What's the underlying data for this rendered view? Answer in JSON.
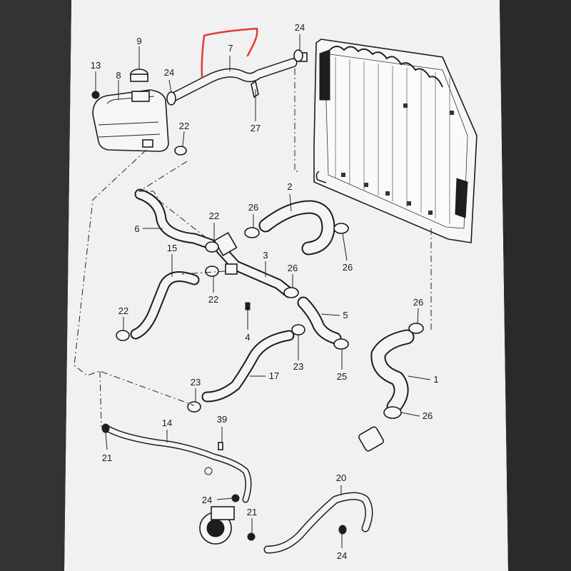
{
  "diagram": {
    "callouts": [
      {
        "id": "c9",
        "label": "9"
      },
      {
        "id": "c13",
        "label": "13"
      },
      {
        "id": "c8",
        "label": "8"
      },
      {
        "id": "c24a",
        "label": "24"
      },
      {
        "id": "c7",
        "label": "7"
      },
      {
        "id": "c24b",
        "label": "24"
      },
      {
        "id": "c27",
        "label": "27"
      },
      {
        "id": "c22a",
        "label": "22"
      },
      {
        "id": "c2",
        "label": "2"
      },
      {
        "id": "c6",
        "label": "6"
      },
      {
        "id": "c22b",
        "label": "22"
      },
      {
        "id": "c26a",
        "label": "26"
      },
      {
        "id": "c26b",
        "label": "26"
      },
      {
        "id": "c15",
        "label": "15"
      },
      {
        "id": "c3",
        "label": "3"
      },
      {
        "id": "c26c",
        "label": "26"
      },
      {
        "id": "c22c",
        "label": "22"
      },
      {
        "id": "c22d",
        "label": "22"
      },
      {
        "id": "c5",
        "label": "5"
      },
      {
        "id": "c26d",
        "label": "26"
      },
      {
        "id": "c4",
        "label": "4"
      },
      {
        "id": "c23a",
        "label": "23"
      },
      {
        "id": "c17",
        "label": "17"
      },
      {
        "id": "c25",
        "label": "25"
      },
      {
        "id": "c1",
        "label": "1"
      },
      {
        "id": "c23b",
        "label": "23"
      },
      {
        "id": "c26e",
        "label": "26"
      },
      {
        "id": "c14",
        "label": "14"
      },
      {
        "id": "c39",
        "label": "39"
      },
      {
        "id": "c21a",
        "label": "21"
      },
      {
        "id": "c20",
        "label": "20"
      },
      {
        "id": "c24c",
        "label": "24"
      },
      {
        "id": "c21b",
        "label": "21"
      },
      {
        "id": "c24d",
        "label": "24"
      }
    ],
    "colors": {
      "background": "#2b2b2b",
      "paper": "#f1f1f1",
      "ink": "#1c1c1c",
      "annotation": "#e53935"
    },
    "annotation": {
      "kind": "red-hand-drawn-bracket",
      "near_part": "7"
    }
  }
}
